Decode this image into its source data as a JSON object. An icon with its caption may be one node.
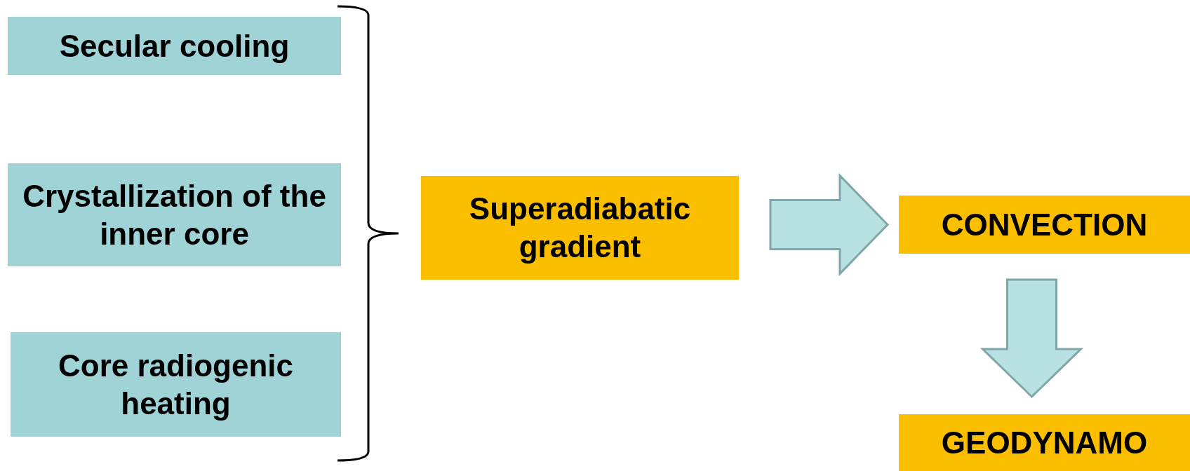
{
  "diagram": {
    "nodes": [
      {
        "text": [
          "Secular cooling"
        ]
      },
      {
        "text": [
          "Crystallization of the inner core"
        ]
      },
      {
        "text": [
          "Core radiogenic heating"
        ]
      },
      {
        "text": [
          "Superadiabatic gradient"
        ]
      },
      {
        "text": [
          "CONVECTION"
        ]
      },
      {
        "text": [
          "GEODYNAMO"
        ]
      }
    ],
    "edges": [
      {
        "from": 3,
        "to": 4,
        "arrow": "to"
      },
      {
        "from": 4,
        "to": 5,
        "arrow": "to"
      }
    ]
  }
}
